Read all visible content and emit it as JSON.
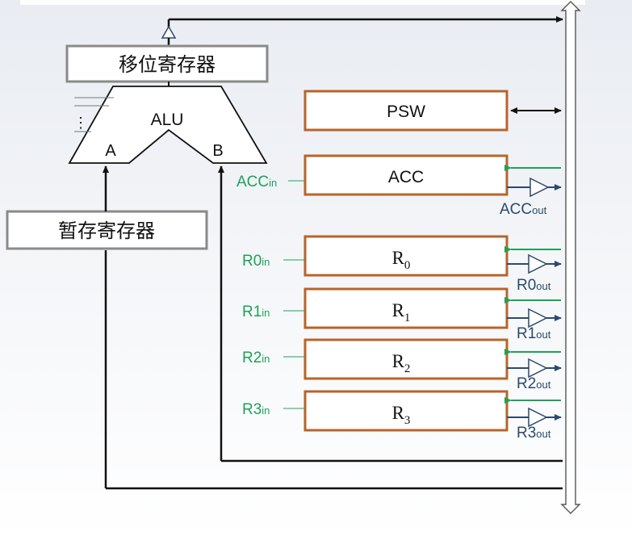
{
  "shift_register": {
    "label": "移位寄存器"
  },
  "alu": {
    "label": "ALU",
    "input_a": "A",
    "input_b": "B",
    "dots": "⋮"
  },
  "temp_register": {
    "label": "暂存寄存器"
  },
  "registers": [
    {
      "id": "psw",
      "label": "PSW",
      "sub": "",
      "in_base": "",
      "in_sub": "",
      "out_base": "",
      "out_sub": ""
    },
    {
      "id": "acc",
      "label": "ACC",
      "sub": "",
      "in_base": "ACC",
      "in_sub": "in",
      "out_base": "ACC",
      "out_sub": "out"
    },
    {
      "id": "r0",
      "label": "R",
      "sub": "0",
      "in_base": "R0",
      "in_sub": "in",
      "out_base": "R0",
      "out_sub": "out"
    },
    {
      "id": "r1",
      "label": "R",
      "sub": "1",
      "in_base": "R1",
      "in_sub": "in",
      "out_base": "R1",
      "out_sub": "out"
    },
    {
      "id": "r2",
      "label": "R",
      "sub": "2",
      "in_base": "R2",
      "in_sub": "in",
      "out_base": "R2",
      "out_sub": "out"
    },
    {
      "id": "r3",
      "label": "R",
      "sub": "3",
      "in_base": "R3",
      "in_sub": "in",
      "out_base": "R3",
      "out_sub": "out"
    }
  ],
  "colors": {
    "register_border": "#b8642a",
    "gray_box_border": "#8a8a8a",
    "control_in": "#1ea15a",
    "control_out": "#2c4a6b",
    "line": "#111111",
    "bus_fill": "#ffffff",
    "bus_stroke": "#555555"
  }
}
